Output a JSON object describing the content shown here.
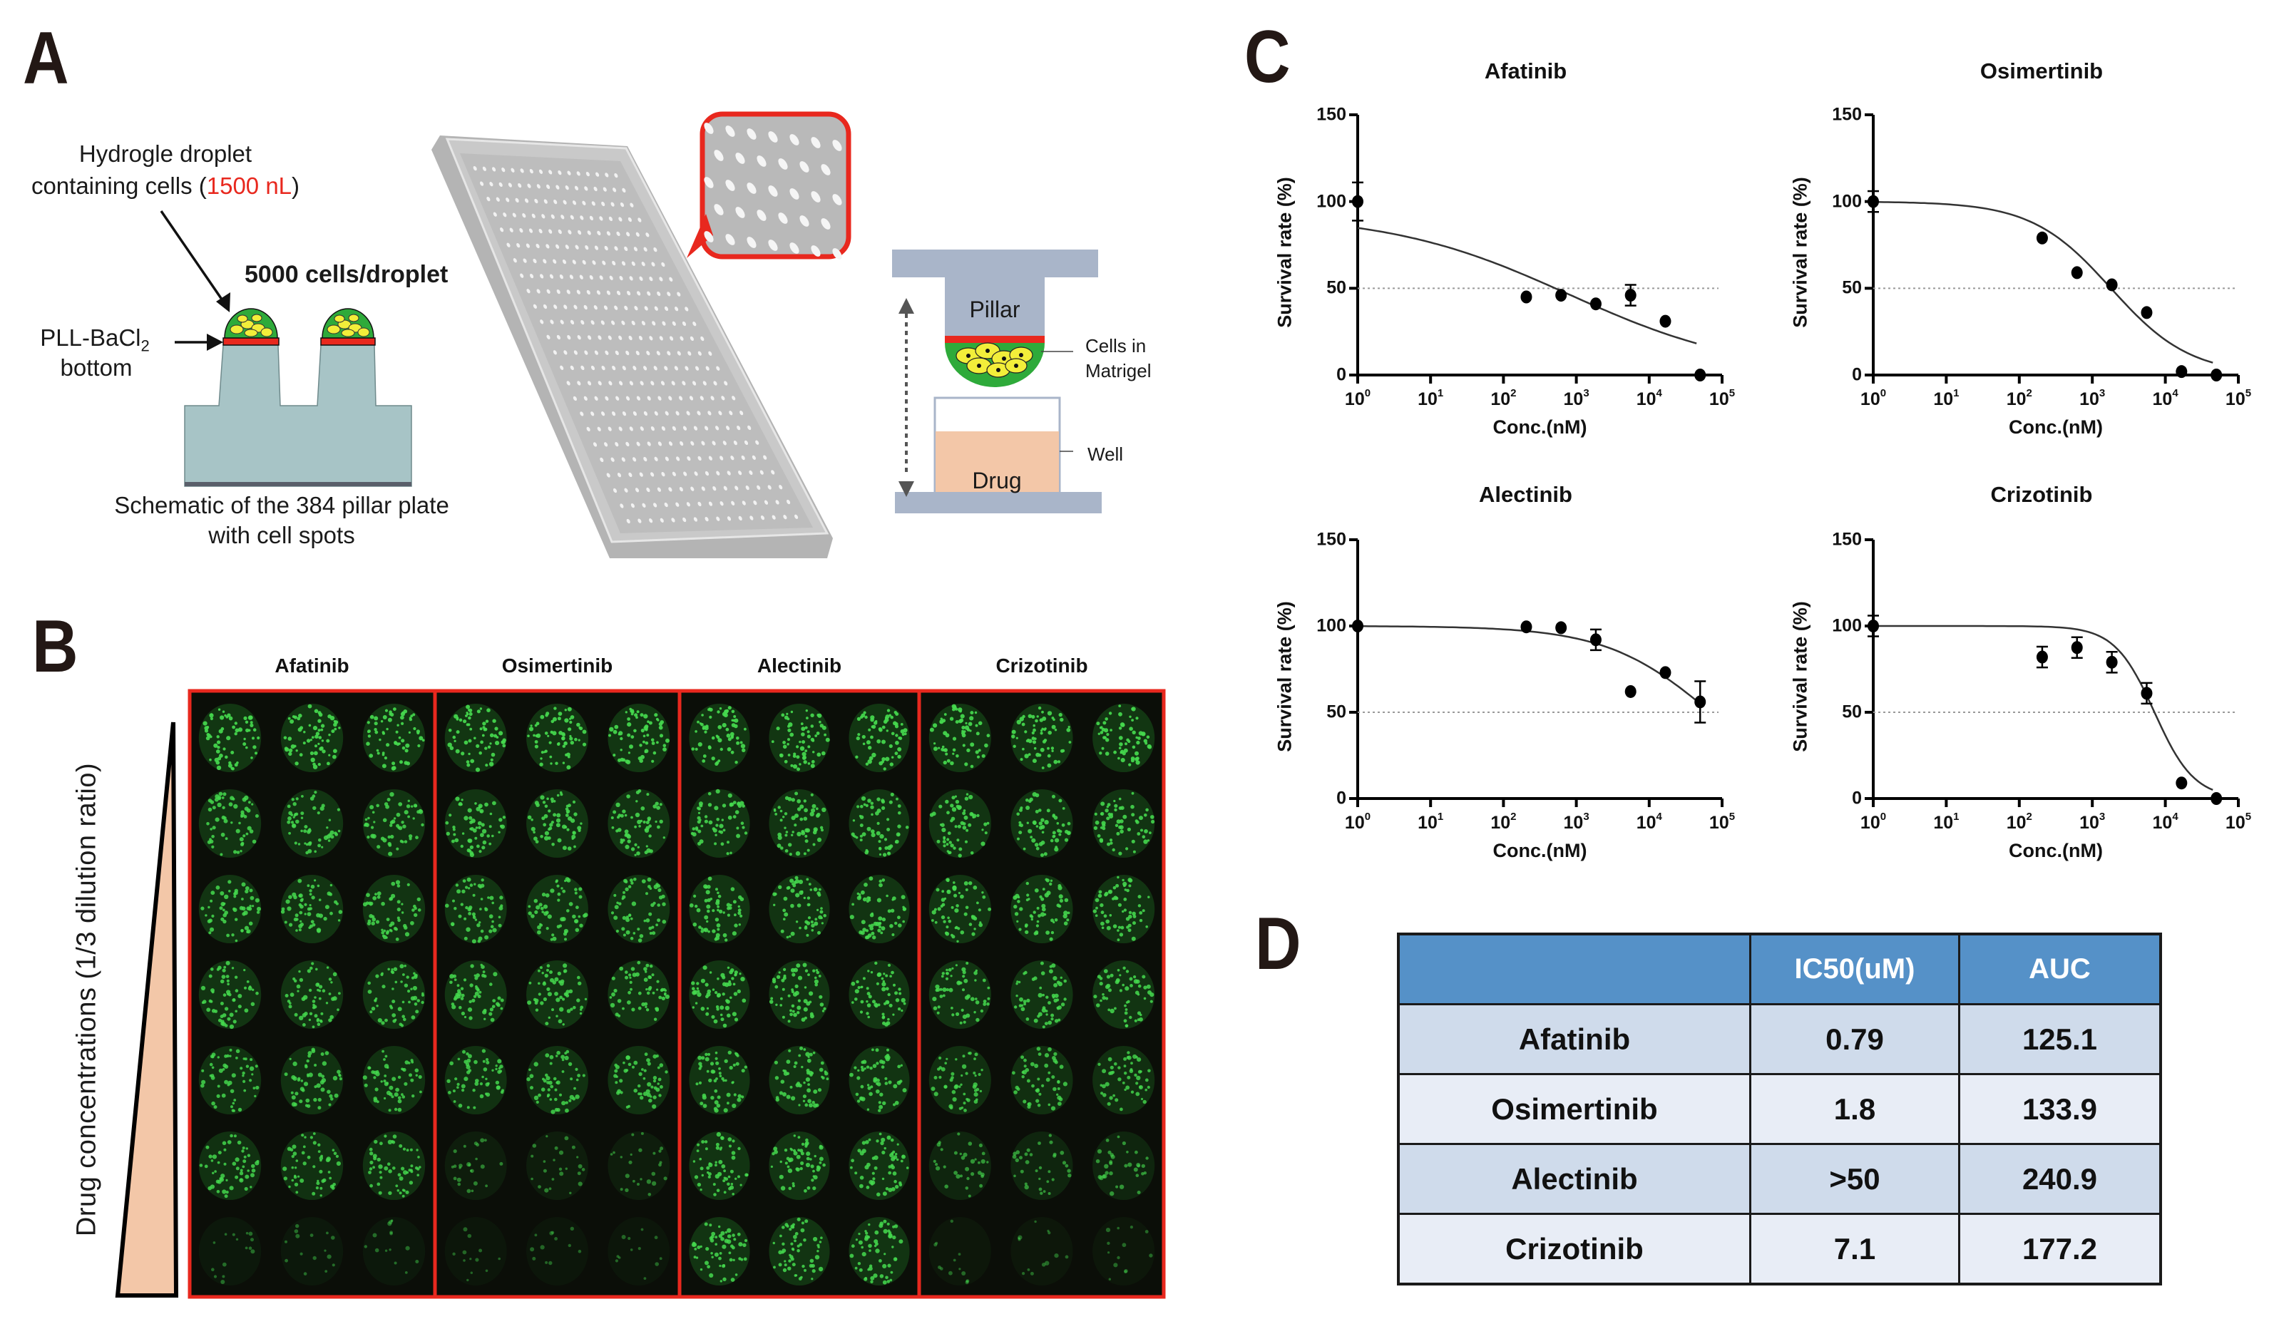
{
  "panels": {
    "A": {
      "letter": "A",
      "droplet_label_line1": "Hydrogle droplet",
      "droplet_label_line2_prefix": "containing cells (",
      "droplet_volume": "1500 nL",
      "droplet_label_line2_suffix": ")",
      "cells_per_droplet": "5000 cells/droplet",
      "pll_label": "PLL-BaCl",
      "pll_subscript": "2",
      "pll_label_line2": "bottom",
      "caption_line1": "Schematic of the 384 pillar plate",
      "caption_line2": "with cell spots",
      "pillar_label": "Pillar",
      "cells_label_line1": "Cells in",
      "cells_label_line2": "Matrigel",
      "well_label": "Well",
      "drug_label": "Drug",
      "colors": {
        "schematic_base": "#a7c4c6",
        "pll_layer": "#e8281e",
        "hydrogel": "#2eaa3a",
        "cells": "#f2ee3a",
        "pillar": "#a9b5c9",
        "drug": "#f3c7a8",
        "plate": "#c4c4c4",
        "callout_border": "#e8281e"
      }
    },
    "B": {
      "letter": "B",
      "columns": [
        "Afatinib",
        "Osimertinib",
        "Alectinib",
        "Crizotinib"
      ],
      "y_axis_label": "Drug concentrations (1/3 dilution ratio)",
      "rows": 7,
      "replicates": 3,
      "intensity": [
        [
          0.95,
          0.95,
          0.95,
          0.95
        ],
        [
          0.85,
          0.88,
          0.88,
          0.9
        ],
        [
          0.85,
          0.85,
          0.88,
          0.88
        ],
        [
          0.85,
          0.85,
          0.9,
          0.85
        ],
        [
          0.8,
          0.8,
          0.85,
          0.75
        ],
        [
          0.8,
          0.3,
          0.85,
          0.45
        ],
        [
          0.15,
          0.1,
          0.85,
          0.12
        ]
      ],
      "colors": {
        "border": "#e8281e",
        "background": "#0b0e08",
        "fluorescence": "#3fd24a",
        "triangle": "#f3c7a8"
      }
    },
    "C": {
      "letter": "C"
    },
    "D": {
      "letter": "D",
      "table": {
        "headers": [
          "",
          "IC50(uM)",
          "AUC"
        ],
        "rows": [
          [
            "Afatinib",
            "0.79",
            "125.1"
          ],
          [
            "Osimertinib",
            "1.8",
            "133.9"
          ],
          [
            "Alectinib",
            ">50",
            "240.9"
          ],
          [
            "Crizotinib",
            "7.1",
            "177.2"
          ]
        ],
        "colors": {
          "header": "#5591c8",
          "row_odd": "#cfdbeb",
          "row_even": "#e8edf6"
        }
      }
    }
  },
  "chart_data": [
    {
      "type": "scatter",
      "title": "Afatinib",
      "xlabel": "Conc.(nM)",
      "ylabel": "Survival rate (%)",
      "xscale": "log",
      "xlim": [
        1,
        100000
      ],
      "ylim": [
        0,
        150
      ],
      "yticks": [
        0,
        50,
        100,
        150
      ],
      "xticks": [
        "10^0",
        "10^1",
        "10^2",
        "10^3",
        "10^4",
        "10^5"
      ],
      "reference_line": 50,
      "x": [
        1,
        206,
        617,
        1852,
        5556,
        16667,
        50000
      ],
      "y": [
        100,
        45,
        46,
        41,
        46,
        31,
        0
      ],
      "error": [
        11,
        0,
        0,
        0,
        6,
        0,
        0
      ],
      "fit": {
        "top": 93,
        "bottom": 0,
        "ic50": 790,
        "hill": 0.35
      }
    },
    {
      "type": "scatter",
      "title": "Osimertinib",
      "xlabel": "Conc.(nM)",
      "ylabel": "Survival rate (%)",
      "xscale": "log",
      "xlim": [
        1,
        100000
      ],
      "ylim": [
        0,
        150
      ],
      "yticks": [
        0,
        50,
        100,
        150
      ],
      "xticks": [
        "10^0",
        "10^1",
        "10^2",
        "10^3",
        "10^4",
        "10^5"
      ],
      "reference_line": 50,
      "x": [
        1,
        206,
        617,
        1852,
        5556,
        16667,
        50000
      ],
      "y": [
        100,
        79,
        59,
        52,
        36,
        2,
        0
      ],
      "error": [
        6,
        0,
        0,
        0,
        0,
        0,
        0
      ],
      "fit": {
        "top": 100,
        "bottom": 0,
        "ic50": 1800,
        "hill": 0.8
      }
    },
    {
      "type": "scatter",
      "title": "Alectinib",
      "xlabel": "Conc.(nM)",
      "ylabel": "Survival rate (%)",
      "xscale": "log",
      "xlim": [
        1,
        100000
      ],
      "ylim": [
        0,
        150
      ],
      "yticks": [
        0,
        50,
        100,
        150
      ],
      "xticks": [
        "10^0",
        "10^1",
        "10^2",
        "10^3",
        "10^4",
        "10^5"
      ],
      "reference_line": 50,
      "x": [
        1,
        206,
        617,
        1852,
        5556,
        16667,
        50000
      ],
      "y": [
        100,
        99.5,
        99,
        92,
        62,
        73,
        56
      ],
      "error": [
        0,
        0,
        0,
        6,
        0,
        0,
        12
      ],
      "fit": {
        "top": 100,
        "bottom": 0,
        "ic50": 70000,
        "hill": 0.6
      }
    },
    {
      "type": "scatter",
      "title": "Crizotinib",
      "xlabel": "Conc.(nM)",
      "ylabel": "Survival rate (%)",
      "xscale": "log",
      "xlim": [
        1,
        100000
      ],
      "ylim": [
        0,
        150
      ],
      "yticks": [
        0,
        50,
        100,
        150
      ],
      "xticks": [
        "10^0",
        "10^1",
        "10^2",
        "10^3",
        "10^4",
        "10^5"
      ],
      "reference_line": 50,
      "x": [
        1,
        206,
        617,
        1852,
        5556,
        16667,
        50000
      ],
      "y": [
        100,
        82,
        87.5,
        79,
        61,
        9,
        0
      ],
      "error": [
        6,
        6,
        6,
        6,
        6,
        0,
        0
      ],
      "fit": {
        "top": 100,
        "bottom": 0,
        "ic50": 7100,
        "hill": 1.6
      }
    }
  ]
}
